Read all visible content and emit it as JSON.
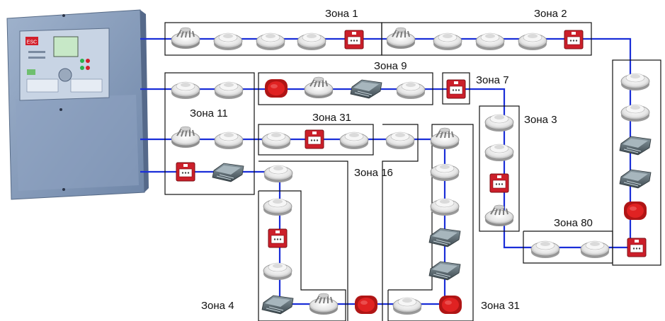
{
  "panel": {
    "brand_badge": "ESC",
    "display": ""
  },
  "zones": {
    "zona_1": "Зона 1",
    "zona_2": "Зона 2",
    "zona_9": "Зона 9",
    "zona_7": "Зона 7",
    "zona_11": "Зона 11",
    "zona_31_top": "Зона 31",
    "zona_3": "Зона 3",
    "zona_16": "Зона 16",
    "zona_80": "Зона 80",
    "zona_4": "Зона 4",
    "zona_31_bottom": "Зона 31"
  },
  "colors": {
    "wire": "#1a2ed8",
    "zone_border": "#111111",
    "panel_body": "#8a9fbe",
    "panel_front": "#b9c8dc",
    "callpoint_red": "#cc1f2a",
    "sounder_red": "#d31c1c",
    "detector_white": "#ededed",
    "module_grey": "#5b6a72"
  },
  "device_types": [
    "smoke-detector",
    "heat-detector",
    "manual-call-point",
    "sounder",
    "interface-module"
  ]
}
